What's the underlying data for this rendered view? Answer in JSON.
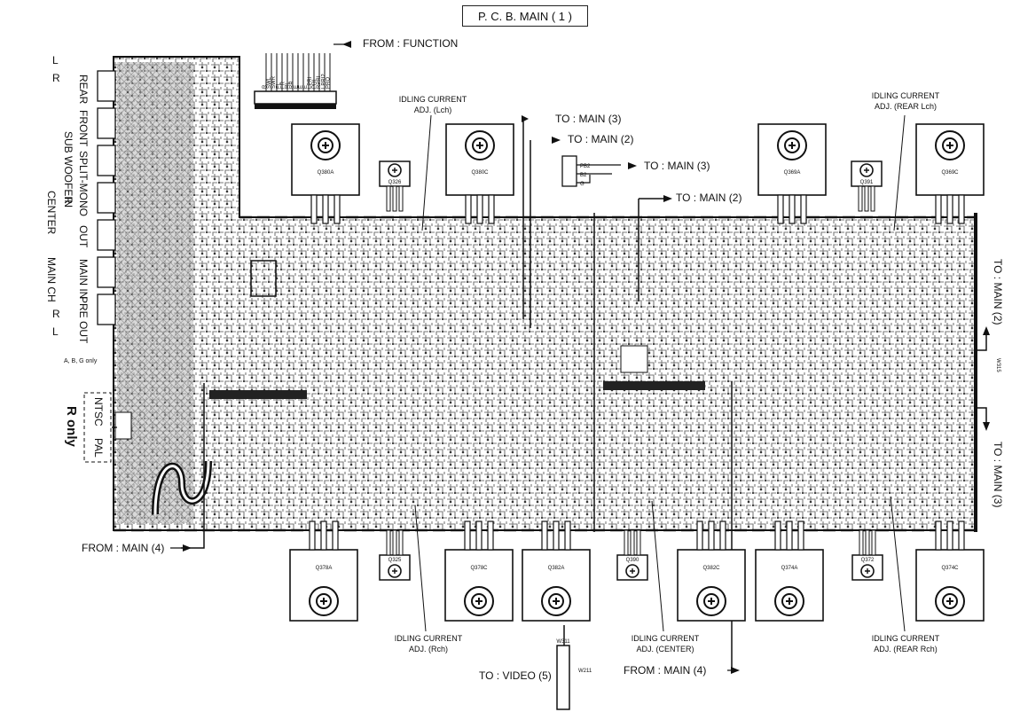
{
  "title": "P. C. B. MAIN ( 1 )",
  "left_panel": {
    "channel_markers": [
      "L",
      "R"
    ],
    "jacks": [
      "REAR",
      "FRONT",
      "SUB WOOFER",
      "SPLIT-MONO",
      "IN",
      "OUT",
      "MAIN IN",
      "PRE OUT"
    ],
    "groups": [
      "CENTER",
      "MAIN CH"
    ],
    "bottom_markers": [
      "R",
      "L"
    ],
    "note": "A, B, G only",
    "switch_top": "NTSC",
    "switch_bottom": "PAL",
    "region_label": "R only"
  },
  "callouts": {
    "from_function": "FROM : FUNCTION",
    "to_main3_top": "TO : MAIN (3)",
    "to_main2_top": "TO : MAIN (2)",
    "to_main3_conn": "TO : MAIN (3)",
    "to_main2_mid": "TO : MAIN (2)",
    "to_main2_right": "TO : MAIN (2)",
    "to_main3_right": "TO : MAIN (3)",
    "from_main4_left": "FROM : MAIN (4)",
    "from_main4_bottom": "FROM : MAIN (4)",
    "to_video": "TO : VIDEO (5)"
  },
  "adjustments": {
    "lch": [
      "IDLING CURRENT",
      "ADJ. (Lch)"
    ],
    "rear_lch": [
      "IDLING CURRENT",
      "ADJ. (REAR Lch)"
    ],
    "rch": [
      "IDLING CURRENT",
      "ADJ. (Rch)"
    ],
    "center": [
      "IDLING CURRENT",
      "ADJ. (CENTER)"
    ],
    "rear_rch": [
      "IDLING CURRENT",
      "ADJ. (REAR Rch)"
    ]
  },
  "transistors_top": [
    "Q380A",
    "Q326",
    "Q380C",
    "Q369A",
    "Q391",
    "Q369C"
  ],
  "transistors_bottom": [
    "Q378A",
    "Q325",
    "Q378C",
    "Q382A",
    "Q390",
    "Q382C",
    "Q374A",
    "Q372",
    "Q374C"
  ],
  "function_pins": [
    "R",
    "SWL",
    "SWR",
    "FL",
    "FR",
    "RL",
    "RR",
    "E",
    "E",
    "E",
    "LPRI",
    "PRI",
    "RPRI",
    "LPRI2",
    "PRO"
  ],
  "connector_pins": [
    "PB2",
    "B2",
    "G"
  ],
  "wire_labels": {
    "w311_top": "W311",
    "w311_mid": "W211",
    "w315": "W315"
  },
  "colors": {
    "ink": "#111111",
    "board": "#6a6a6a",
    "paper": "#ffffff"
  }
}
